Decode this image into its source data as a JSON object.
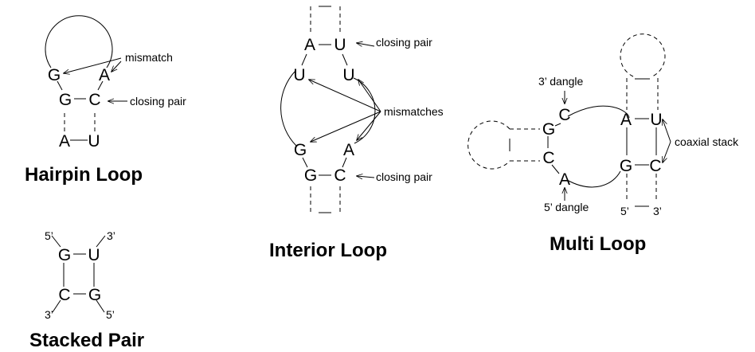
{
  "hairpin": {
    "title": "Hairpin Loop",
    "mismatch_label": "mismatch",
    "closing_pair_label": "closing pair",
    "bases": {
      "g_mis": "G",
      "a_mis": "A",
      "g_close": "G",
      "c_close": "C",
      "a_stem": "A",
      "u_stem": "U"
    }
  },
  "stacked": {
    "title": "Stacked Pair",
    "bases": {
      "g1": "G",
      "u1": "U",
      "c2": "C",
      "g2": "G"
    },
    "ends": {
      "tl": "5’",
      "tr": "3’",
      "bl": "3’",
      "br": "5’"
    }
  },
  "interior": {
    "title": "Interior Loop",
    "mismatches_label": "mismatches",
    "closing_pair_top_label": "closing pair",
    "closing_pair_bottom_label": "closing pair",
    "bases": {
      "a_top": "A",
      "u_top": "U",
      "u_left": "U",
      "u_right": "U",
      "g_mis": "G",
      "a_mis": "A",
      "g_bot": "G",
      "c_bot": "C"
    }
  },
  "multi": {
    "title": "Multi Loop",
    "dangle3_label": "3’ dangle",
    "dangle5_label": "5’ dangle",
    "coaxial_label": "coaxial stack",
    "bases": {
      "c_top": "C",
      "g_left": "G",
      "c_left": "C",
      "a_bottom": "A",
      "a_right": "A",
      "u_right": "U",
      "g_right": "G",
      "c_right": "C"
    },
    "ends": {
      "five": "5’",
      "three": "3’"
    }
  }
}
